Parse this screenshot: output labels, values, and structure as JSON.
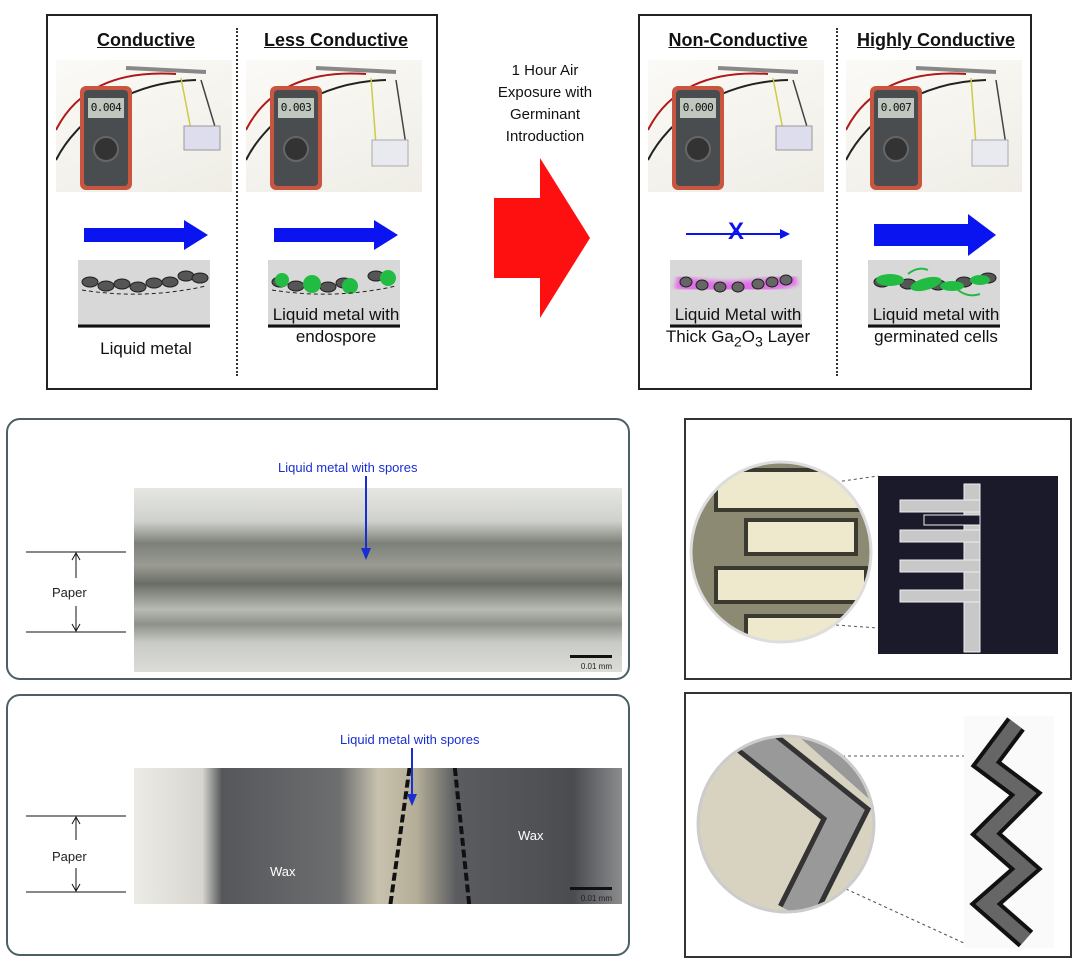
{
  "top_left": {
    "cells": [
      {
        "title": "Conductive",
        "reading": "0.004",
        "caption": "Liquid metal"
      },
      {
        "title": "Less Conductive",
        "reading": "0.003",
        "caption_lines": [
          "Liquid metal with",
          "endospore"
        ]
      }
    ]
  },
  "transition": {
    "lines": [
      "1 Hour Air",
      "Exposure with",
      "Germinant",
      "Introduction"
    ]
  },
  "top_right": {
    "cells": [
      {
        "title": "Non-Conductive",
        "reading": "0.000",
        "caption_line1": "Liquid Metal with",
        "caption_line2_pre": "Thick Ga",
        "sub1": "2",
        "mid": "O",
        "sub2": "3",
        "caption_line2_post": " Layer",
        "blocked_symbol": "X"
      },
      {
        "title": "Highly Conductive",
        "reading": "0.007",
        "caption_lines": [
          "Liquid metal with",
          "germinated cells"
        ]
      }
    ]
  },
  "cross_sections": [
    {
      "arrow_label": "Liquid metal with spores",
      "dimension_label": "Paper",
      "scale_bar": "0.01 mm"
    },
    {
      "arrow_label": "Liquid metal with spores",
      "dimension_label": "Paper",
      "scale_bar": "0.01 mm",
      "regions": [
        "Wax",
        "Wax"
      ]
    }
  ],
  "colors": {
    "arrow_blue": "#0a14f0",
    "big_arrow_red": "#ff1010",
    "spore_green": "#22bb44",
    "oxide_pink": "#e070e8",
    "panel_border": "#4d5f66"
  }
}
